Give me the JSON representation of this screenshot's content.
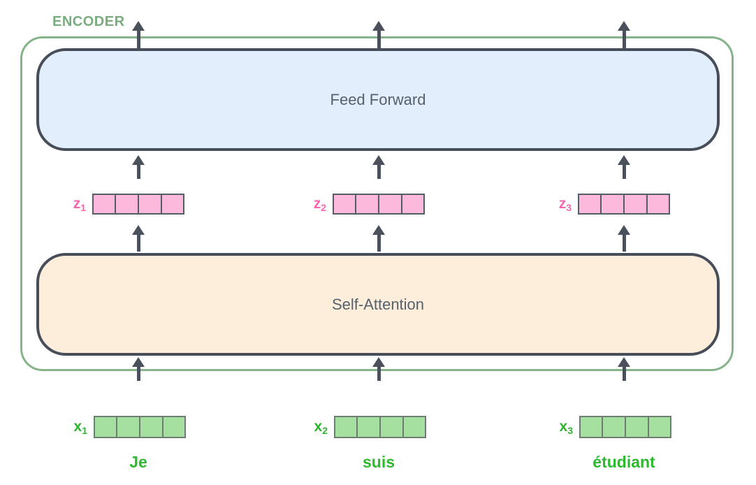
{
  "diagram": {
    "encoder_label": "ENCODER",
    "blocks": {
      "feed_forward": {
        "label": "Feed Forward"
      },
      "self_attention": {
        "label": "Self-Attention"
      }
    },
    "z_vectors": [
      {
        "base": "z",
        "sub": "1",
        "cells": 4
      },
      {
        "base": "z",
        "sub": "2",
        "cells": 4
      },
      {
        "base": "z",
        "sub": "3",
        "cells": 4
      }
    ],
    "x_vectors": [
      {
        "base": "x",
        "sub": "1",
        "cells": 4
      },
      {
        "base": "x",
        "sub": "2",
        "cells": 4
      },
      {
        "base": "x",
        "sub": "3",
        "cells": 4
      }
    ],
    "words": [
      "Je",
      "suis",
      "étudiant"
    ],
    "arrow_columns_x": [
      198,
      542,
      893
    ],
    "colors": {
      "encoder_outline_green": "#85b489",
      "encoder_label_green": "#79ac7e",
      "block_border": "#474e59",
      "block_label_text": "#57606c",
      "feed_forward_fill": "#e2eefb",
      "self_attention_fill": "#fdeedb",
      "arrow": "#4a515c",
      "z_label_pink": "#f767ae",
      "z_cell_pink": "#fcb9dc",
      "x_label_green": "#2eb430",
      "x_cell_green": "#a5e0a0",
      "word_green": "#2eb930"
    }
  }
}
